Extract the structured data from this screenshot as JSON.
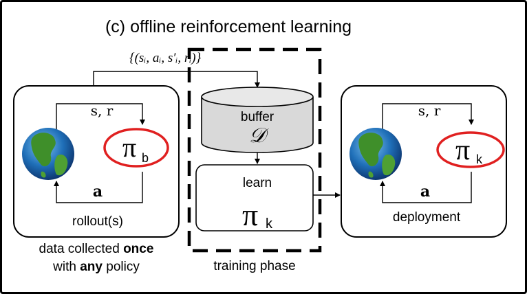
{
  "title": "(c) offline reinforcement learning",
  "transition_tuple": "{(sᵢ, aᵢ, s′ᵢ, rᵢ)}",
  "left_panel": {
    "state_reward": "s, r",
    "action": "a",
    "policy_symbol": "π",
    "policy_subscript": "b",
    "caption": "rollout(s)"
  },
  "data_note": {
    "line1_prefix": "data collected ",
    "line1_bold": "once",
    "line2_prefix": "with ",
    "line2_bold": "any",
    "line2_suffix": " policy"
  },
  "buffer": {
    "label": "buffer",
    "symbol": "𝒟"
  },
  "learn": {
    "label": "learn",
    "policy_symbol": "π",
    "policy_subscript": "k"
  },
  "training_caption": "training phase",
  "right_panel": {
    "state_reward": "s, r",
    "action": "a",
    "policy_symbol": "π",
    "policy_subscript": "k",
    "caption": "deployment"
  },
  "colors": {
    "highlight_ellipse": "#e02020",
    "buffer_fill": "#d9d9d9",
    "ocean": "#1f6fb8",
    "land": "#3f8f2a"
  },
  "icons": [
    "earth-globe-icon",
    "earth-globe-icon",
    "database-cylinder-icon"
  ]
}
